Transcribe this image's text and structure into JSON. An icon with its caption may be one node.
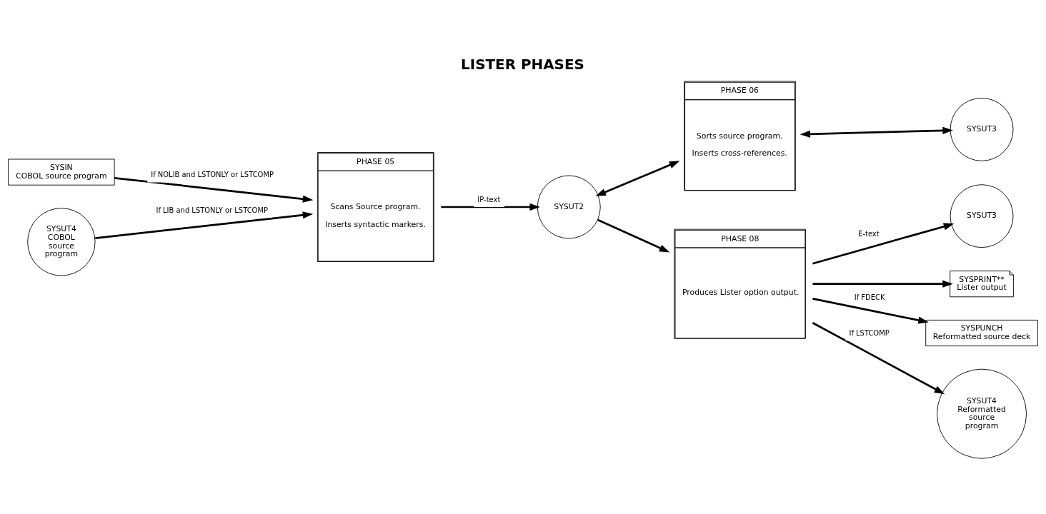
{
  "diagram": {
    "title": "LISTER PHASES",
    "nodes": [
      {
        "text": [
          "SYSIN",
          "COBOL source program"
        ]
      },
      {
        "text": [
          "SYSUT4",
          "COBOL source program"
        ]
      },
      {
        "text": [
          "PHASE 05",
          "Scans Source program.",
          "Inserts syntactic markers."
        ]
      },
      {
        "text": [
          "SYSUT2"
        ]
      },
      {
        "text": [
          "PHASE 06",
          "Sorts source program.",
          "Inserts cross-references."
        ]
      },
      {
        "text": [
          "SYSUT3"
        ]
      },
      {
        "text": [
          "SYSUT3"
        ]
      },
      {
        "text": [
          "PHASE 08",
          "Produces Lister option output."
        ]
      },
      {
        "text": [
          "SYSPRINT**",
          "Lister output"
        ]
      },
      {
        "text": [
          "SYSPUNCH",
          "Reformatted source deck"
        ]
      },
      {
        "text": [
          "SYSUT4",
          "Reformatted source program"
        ]
      }
    ],
    "edges": [
      {
        "from": 0,
        "to": 2,
        "arrow": "to",
        "label": "If NOLIB and LSTONLY or LSTCOMP"
      },
      {
        "from": 1,
        "to": 2,
        "arrow": "to",
        "label": "If LIB and LSTONLY or LSTCOMP"
      },
      {
        "from": 2,
        "to": 3,
        "arrow": "to",
        "label": "IP-text"
      },
      {
        "from": 3,
        "to": 4,
        "arrow": "both"
      },
      {
        "from": 4,
        "to": 5,
        "arrow": "both"
      },
      {
        "from": 3,
        "to": 7,
        "arrow": "to"
      },
      {
        "from": 7,
        "to": 6,
        "arrow": "to",
        "label": "E-text"
      },
      {
        "from": 7,
        "to": 8,
        "arrow": "to"
      },
      {
        "from": 7,
        "to": 9,
        "arrow": "to",
        "label": "If FDECK"
      },
      {
        "from": 7,
        "to": 10,
        "arrow": "to",
        "label": "If LSTCOMP"
      }
    ]
  }
}
